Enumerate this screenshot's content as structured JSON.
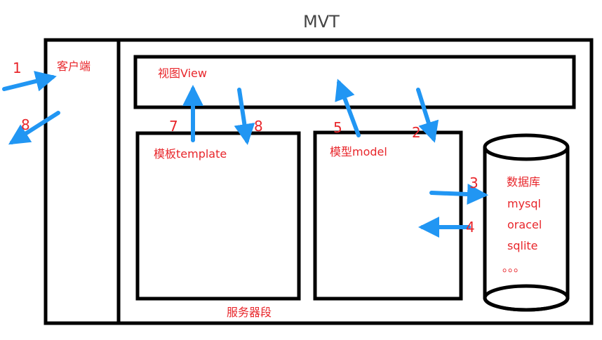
{
  "title": "MVT",
  "regions": {
    "client": "客户端",
    "view": "视图View",
    "template": "模板template",
    "model": "模型model",
    "server": "服务器段"
  },
  "database": {
    "label": "数据库",
    "items": [
      "mysql",
      "oracel",
      "sqlite",
      "。。。"
    ]
  },
  "steps": {
    "s1": "1",
    "s2": "2",
    "s3": "3",
    "s4": "4",
    "s5": "5",
    "s7": "7",
    "s8_client": "8",
    "s8_template": "8"
  },
  "colors": {
    "frame": "#000000",
    "text": "#e8262b",
    "arrow": "#2196f3",
    "title": "#444444"
  }
}
